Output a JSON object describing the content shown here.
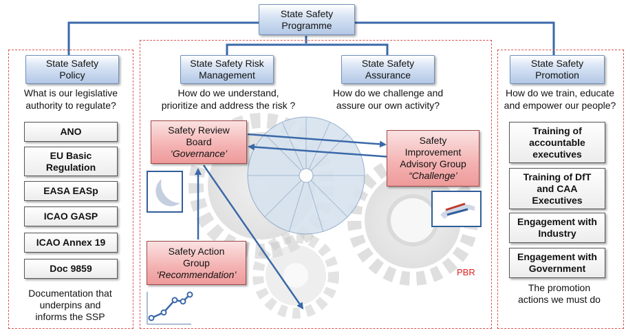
{
  "top": {
    "label": "State Safety\nProgramme"
  },
  "columns": {
    "policy": {
      "header": "State Safety\nPolicy",
      "question": "What is our legislative\nauthority to regulate?",
      "items": [
        "ANO",
        "EU Basic\nRegulation",
        "EASA EASp",
        "ICAO GASP",
        "ICAO Annex 19",
        "Doc 9859"
      ],
      "note": "Documentation that\nunderpins and\ninforms the SSP"
    },
    "risk": {
      "header": "State Safety Risk\nManagement",
      "question": "How do we understand,\nprioritize and address the risk ?"
    },
    "assurance": {
      "header": "State Safety\nAssurance",
      "question": "How do we challenge and\nassure our own activity?"
    },
    "promotion": {
      "header": "State Safety\nPromotion",
      "question": "How do we train, educate\nand empower our people?",
      "items": [
        "Training of\naccountable\nexecutives",
        "Training of DfT\nand CAA\nExecutives",
        "Engagement with\nIndustry",
        "Engagement with\nGovernment"
      ],
      "note": "The promotion\nactions we must do"
    }
  },
  "groups": {
    "review_board": {
      "name": "Safety Review\nBoard",
      "role": "‘Governance’"
    },
    "improvement": {
      "name": "Safety\nImprovement\nAdvisory Group",
      "role": "“Challenge’"
    },
    "action_group": {
      "name": "Safety Action\nGroup",
      "role": "‘Recommendation’"
    }
  },
  "pbr_label": "PBR",
  "colors": {
    "connector": "#3a68a8",
    "header_fill": "#c6d6ee",
    "red_box": "#f4b1b1",
    "dashed": "#d9534f",
    "pbr_text": "#e02020"
  }
}
